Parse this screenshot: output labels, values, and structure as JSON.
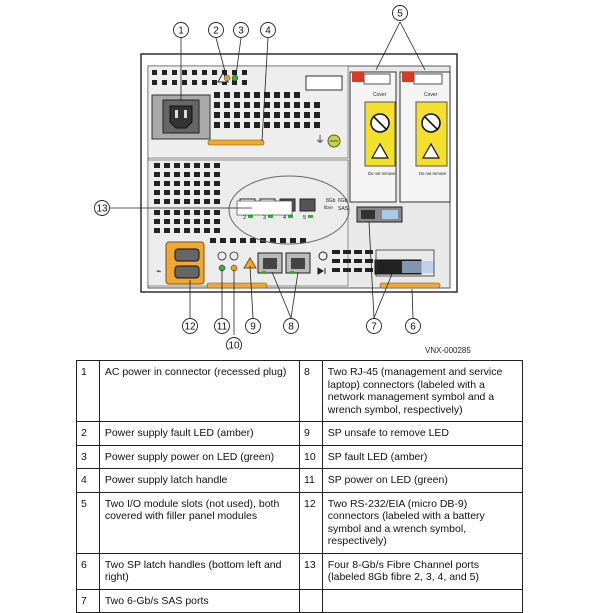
{
  "callouts": [
    "1",
    "2",
    "3",
    "4",
    "5",
    "6",
    "7",
    "8",
    "9",
    "10",
    "11",
    "12",
    "13"
  ],
  "figure_id": "VNX-000285",
  "panel_labels": {
    "cover": "Cover",
    "do_not_remove": "Do not remove",
    "fc_port_numbers": [
      "2",
      "3",
      "4",
      "5"
    ],
    "fc_speed": "8Gb",
    "fibre": "fibre",
    "sas_speed": "6Gb",
    "sas": "SAS"
  },
  "legend": [
    {
      "n1": "1",
      "d1": "AC power in connector (recessed plug)",
      "n2": "8",
      "d2": "Two RJ-45 (management and service laptop) connectors (labeled with a network management symbol and a wrench symbol, respectively)"
    },
    {
      "n1": "2",
      "d1": "Power supply fault LED (amber)",
      "n2": "9",
      "d2": "SP unsafe to remove LED"
    },
    {
      "n1": "3",
      "d1": "Power supply power on LED (green)",
      "n2": "10",
      "d2": "SP fault LED (amber)"
    },
    {
      "n1": "4",
      "d1": "Power supply latch handle",
      "n2": "11",
      "d2": "SP power on LED (green)"
    },
    {
      "n1": "5",
      "d1": "Two I/O module slots (not used), both covered with filler panel modules",
      "n2": "12",
      "d2": "Two RS-232/EIA (micro DB-9) connectors (labeled with a battery symbol and a wrench symbol, respectively)"
    },
    {
      "n1": "6",
      "d1": "Two SP latch handles (bottom left and right)",
      "n2": "13",
      "d2": "Four 8-Gb/s Fibre Channel ports (labeled 8Gb fibre 2, 3, 4, and 5)"
    },
    {
      "n1": "7",
      "d1": "Two 6-Gb/s SAS ports",
      "n2": "",
      "d2": ""
    }
  ],
  "colors": {
    "panel": "#e8e8e8",
    "orange": "#f0a830",
    "yellow": "#f4e02a",
    "led_green": "#3aa83a",
    "led_amber": "#e8a020",
    "warn_red": "#d83a2a"
  }
}
